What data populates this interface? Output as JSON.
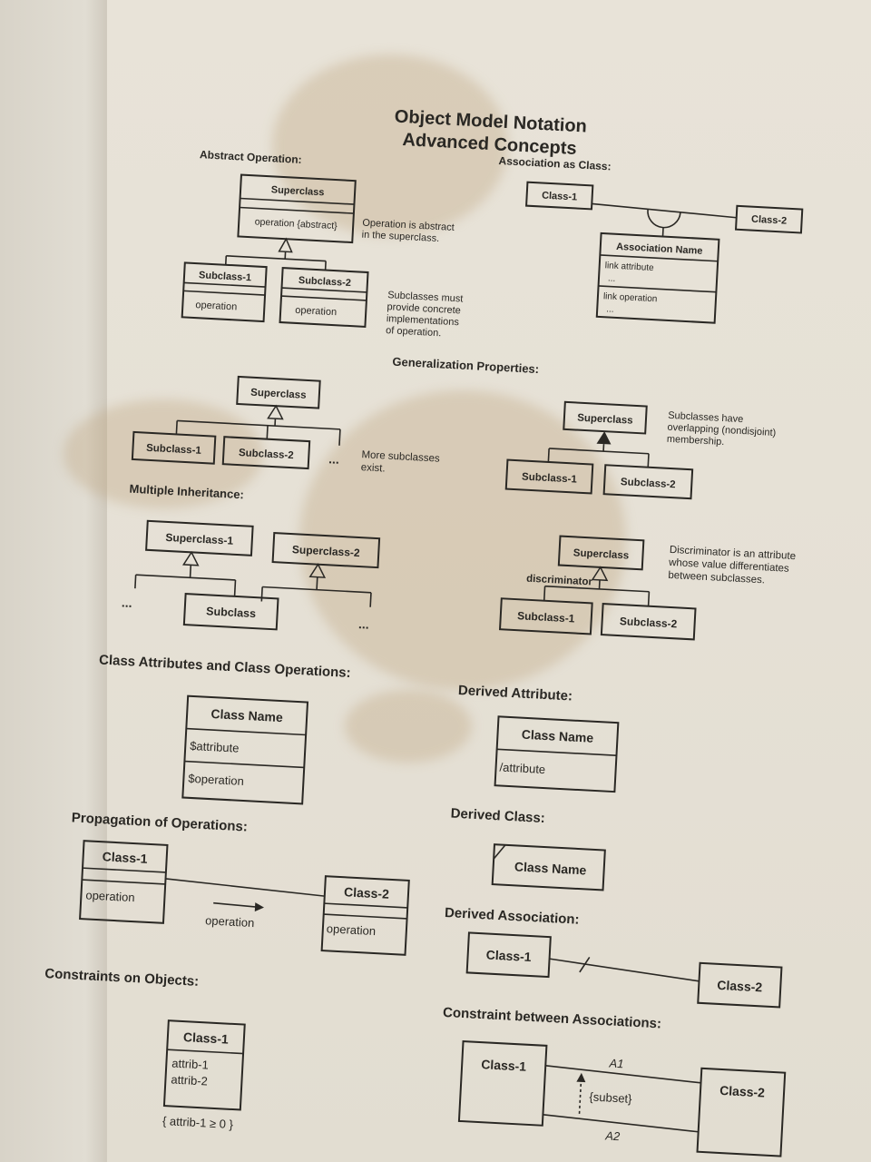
{
  "title": {
    "line1": "Object Model Notation",
    "line2": "Advanced Concepts"
  },
  "sections": {
    "abstract_operation": {
      "heading": "Abstract Operation:",
      "superclass": "Superclass",
      "operation": "operation {abstract}",
      "note": [
        "Operation is abstract",
        "in the superclass."
      ],
      "subclass1": "Subclass-1",
      "subclass2": "Subclass-2",
      "sub_operation": "operation",
      "note2": [
        "Subclasses must",
        "provide concrete",
        "implementations",
        "of operation."
      ]
    },
    "association_as_class": {
      "heading": "Association as Class:",
      "class1": "Class-1",
      "class2": "Class-2",
      "assoc_name": "Association Name",
      "link_attribute": "link attribute",
      "link_operation": "link operation",
      "ellipsis": "..."
    },
    "generalization_properties": {
      "heading": "Generalization Properties:",
      "superclass": "Superclass",
      "subclass1": "Subclass-1",
      "subclass2": "Subclass-2",
      "ellipsis": "...",
      "more_note": [
        "More subclasses",
        "exist."
      ],
      "overlap_note": [
        "Subclasses have",
        "overlapping (nondisjoint)",
        "membership."
      ],
      "discriminator": "discriminator",
      "disc_note": [
        "Discriminator is an attribute",
        "whose value differentiates",
        "between subclasses."
      ]
    },
    "multiple_inheritance": {
      "heading": "Multiple Inheritance:",
      "superclass1": "Superclass-1",
      "superclass2": "Superclass-2",
      "subclass": "Subclass",
      "ellipsis": "..."
    },
    "class_attributes": {
      "heading": "Class Attributes and Class Operations:",
      "class_name": "Class Name",
      "attribute": "$attribute",
      "operation": "$operation"
    },
    "derived_attribute": {
      "heading": "Derived Attribute:",
      "class_name": "Class Name",
      "attribute": "/attribute"
    },
    "derived_class": {
      "heading": "Derived Class:",
      "class_name": "Class Name"
    },
    "propagation": {
      "heading": "Propagation of Operations:",
      "class1": "Class-1",
      "class2": "Class-2",
      "operation": "operation"
    },
    "derived_association": {
      "heading": "Derived Association:",
      "class1": "Class-1",
      "class2": "Class-2"
    },
    "constraints_objects": {
      "heading": "Constraints on Objects:",
      "class1": "Class-1",
      "attrib1": "attrib-1",
      "attrib2": "attrib-2",
      "constraint": "{ attrib-1 ≥ 0 }"
    },
    "constraint_associations": {
      "heading": "Constraint between Associations:",
      "class1": "Class-1",
      "class2": "Class-2",
      "a1": "A1",
      "a2": "A2",
      "subset": "{subset}"
    }
  }
}
